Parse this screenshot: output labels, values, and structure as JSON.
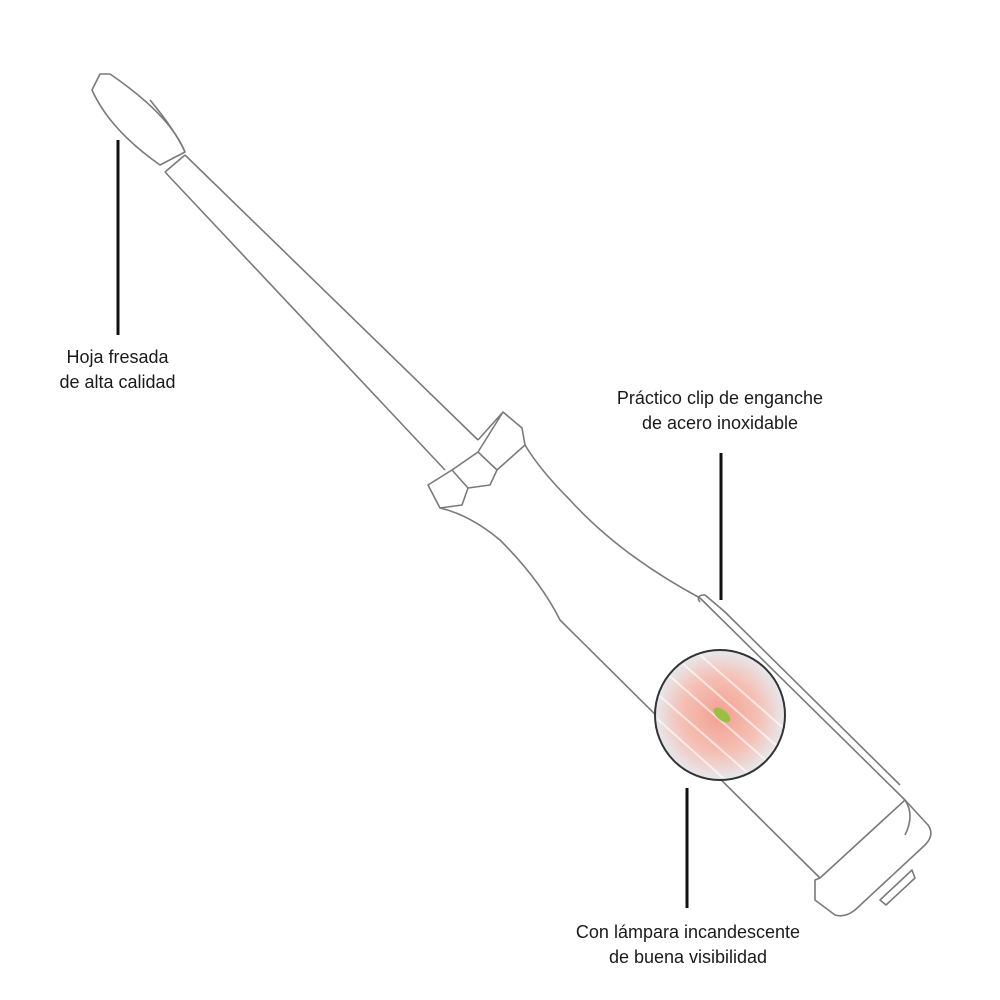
{
  "callouts": {
    "blade": {
      "line1": "Hoja fresada",
      "line2": "de alta calidad"
    },
    "clip": {
      "line1": "Práctico clip de enganche",
      "line2": "de acero inoxidable"
    },
    "lamp": {
      "line1": "Con lámpara incandescente",
      "line2": "de buena visibilidad"
    }
  },
  "colors": {
    "outline": "#777777",
    "leader": "#111111",
    "lamp": "#f08070"
  }
}
